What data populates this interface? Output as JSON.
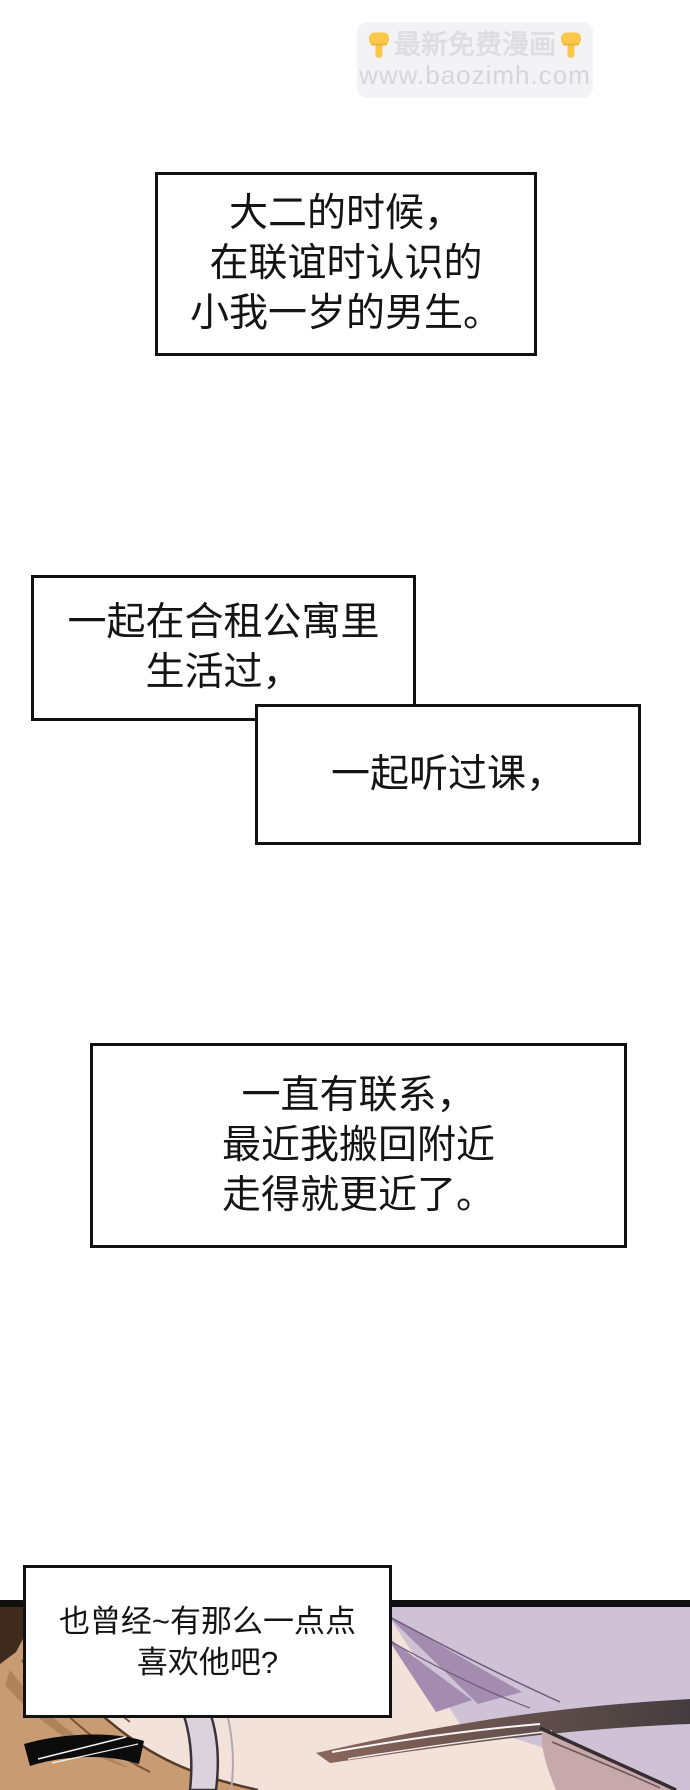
{
  "watermark": {
    "emoji": "👇",
    "title": "最新免费漫画",
    "url": "www.baozimh.com",
    "bg": "#f3f3f5",
    "title_color": "#dedee1",
    "url_color": "#d6d6d9",
    "hand_color": "#fbc84a",
    "hand_shade": "#e8ae35"
  },
  "narration": {
    "box1": {
      "lines": [
        "大二的时候，",
        "在联谊时认识的",
        "小我一岁的男生。"
      ]
    },
    "box2": {
      "lines": [
        "一起在合租公寓里",
        "生活过，"
      ]
    },
    "box3": {
      "lines": [
        "一起听过课，"
      ]
    },
    "box4": {
      "lines": [
        "一直有联系，",
        "最近我搬回附近",
        "走得就更近了。"
      ]
    },
    "box5": {
      "lines": [
        "也曾经~有那么一点点",
        "喜欢他吧?"
      ]
    }
  },
  "artwork": {
    "panel_border": "#0f0f0f",
    "skin": "#f2e2da",
    "hair_tan": "#c99b72",
    "hair_tan_dark": "#a97c52",
    "hair_tan_outline": "#573a28",
    "hair_inner_line": "#7a5338",
    "hair_dark_wedge": "#3f2b1e",
    "silver_lock": "#dcd2db",
    "silver_lock_outline": "#39333b",
    "silver_shadow": "#b4a6b2",
    "eye_black": "#0c0c0c",
    "highlight_white": "#ffffff",
    "lavender": "#cfc2d6",
    "purple_shade": "#a48cb0",
    "purple_line": "#6e5a77",
    "brow_left": "#8a675c",
    "brow_right": "#443d3f",
    "eyelid_mauve": "#c7a8ab",
    "eyelid_line": "#6b565b",
    "eye_line": "#352d32"
  }
}
